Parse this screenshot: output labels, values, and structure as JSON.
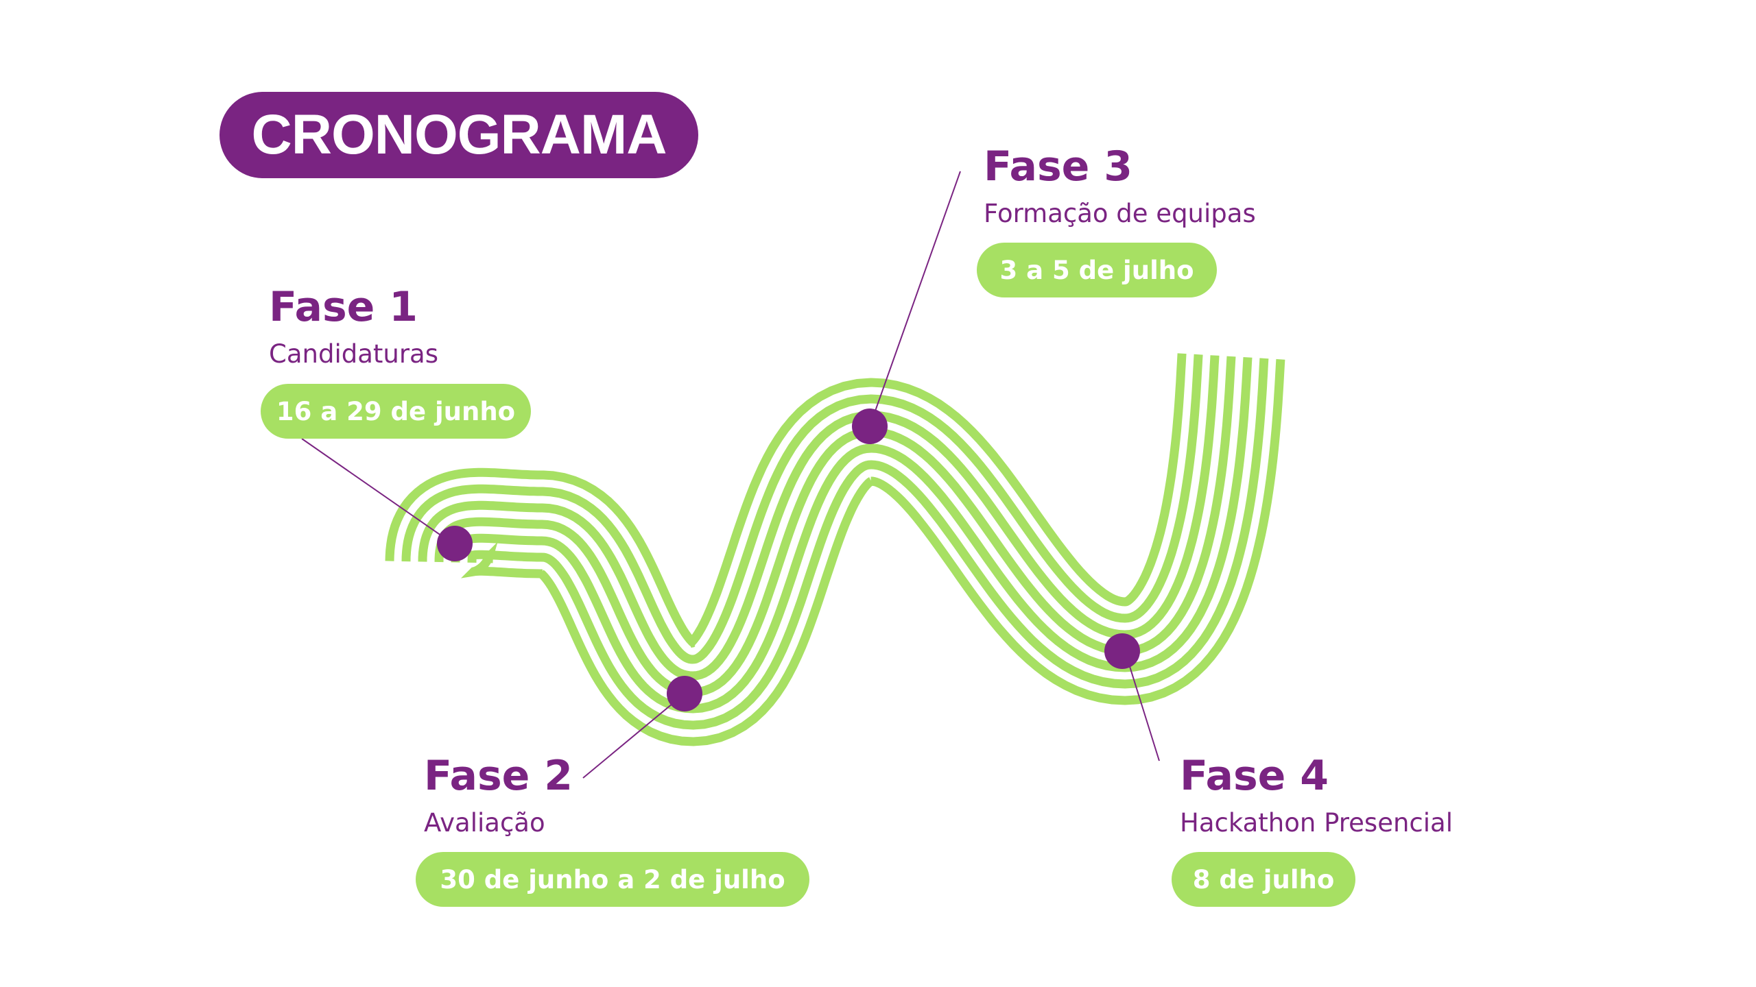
{
  "title": "CRONOGRAMA",
  "colors": {
    "purple": "#7a2482",
    "green": "#a7e063"
  },
  "phases": [
    {
      "title": "Fase 1",
      "subtitle": "Candidaturas",
      "date": "16 a 29 de junho"
    },
    {
      "title": "Fase 2",
      "subtitle": "Avaliação",
      "date": "30 de junho a 2 de julho"
    },
    {
      "title": "Fase 3",
      "subtitle": "Formação de equipas",
      "date": "3 a 5 de julho"
    },
    {
      "title": "Fase 4",
      "subtitle": "Hackathon Presencial",
      "date": "8 de julho"
    }
  ]
}
